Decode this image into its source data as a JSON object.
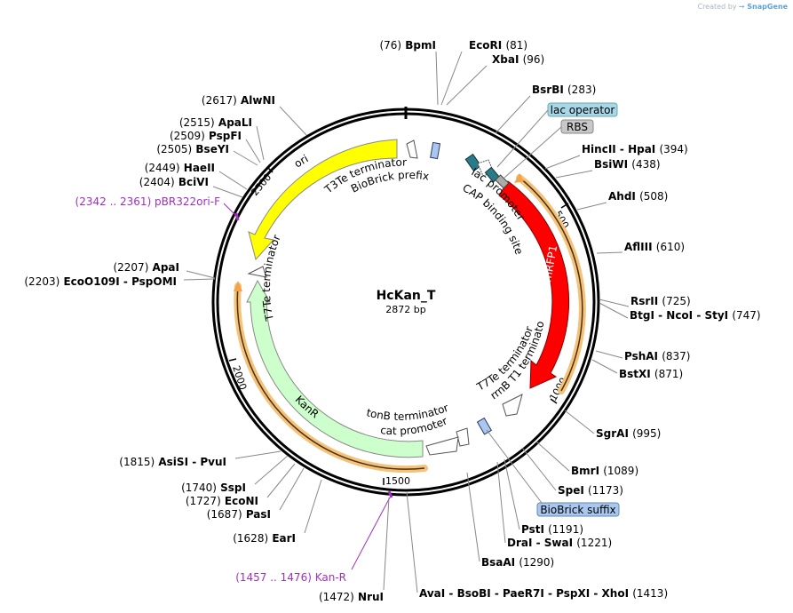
{
  "credit": {
    "prefix": "Created by",
    "brand": "SnapGene"
  },
  "plasmid": {
    "name": "HcKan_T",
    "length": "2872 bp"
  },
  "ticks": [
    "500",
    "1000",
    "1500",
    "2000",
    "2500"
  ],
  "sites": [
    {
      "id": "bpmi",
      "label": "(76) BpmI"
    },
    {
      "id": "ecori",
      "label": "EcoRI (81)"
    },
    {
      "id": "xbai",
      "label": "XbaI (96)"
    },
    {
      "id": "bsrbi",
      "label": "BsrBI (283)"
    },
    {
      "id": "hincii",
      "label": "HincII - HpaI (394)"
    },
    {
      "id": "bsiwi",
      "label": "BsiWI (438)"
    },
    {
      "id": "ahdi",
      "label": "AhdI (508)"
    },
    {
      "id": "afliii",
      "label": "AflIII (610)"
    },
    {
      "id": "rsrii",
      "label": "RsrII (725)"
    },
    {
      "id": "btgi",
      "label": "BtgI - NcoI - StyI (747)"
    },
    {
      "id": "pshai",
      "label": "PshAI (837)"
    },
    {
      "id": "bstxi",
      "label": "BstXI (871)"
    },
    {
      "id": "sgrai",
      "label": "SgrAI (995)"
    },
    {
      "id": "bmri",
      "label": "BmrI (1089)"
    },
    {
      "id": "spei",
      "label": "SpeI (1173)"
    },
    {
      "id": "psti",
      "label": "PstI (1191)"
    },
    {
      "id": "drai",
      "label": "DraI - SwaI (1221)"
    },
    {
      "id": "bsaai",
      "label": "BsaAI (1290)"
    },
    {
      "id": "avai",
      "label": "AvaI - BsoBI - PaeR7I - PspXI - XhoI (1413)"
    },
    {
      "id": "nrui",
      "label": "(1472) NruI"
    },
    {
      "id": "eari",
      "label": "(1628) EarI"
    },
    {
      "id": "pasi",
      "label": "(1687) PasI"
    },
    {
      "id": "econi",
      "label": "(1727) EcoNI"
    },
    {
      "id": "sspi",
      "label": "(1740) SspI"
    },
    {
      "id": "asisi",
      "label": "(1815) AsiSI - PvuI"
    },
    {
      "id": "apai",
      "label": "(2207) ApaI"
    },
    {
      "id": "ecoo109i",
      "label": "(2203) EcoO109I - PspOMI"
    },
    {
      "id": "bcivi",
      "label": "(2404) BciVI"
    },
    {
      "id": "haeii",
      "label": "(2449) HaeII"
    },
    {
      "id": "bseyi",
      "label": "(2505) BseYI"
    },
    {
      "id": "pspfi",
      "label": "(2509) PspFI"
    },
    {
      "id": "apali",
      "label": "(2515) ApaLI"
    },
    {
      "id": "alwni",
      "label": "(2617) AlwNI"
    }
  ],
  "primers": [
    {
      "id": "pbr322ori-f",
      "label": "(2342 .. 2361) pBR322ori-F"
    },
    {
      "id": "kan-r",
      "label": "(1457 .. 1476) Kan-R"
    }
  ],
  "callouts": {
    "lac_operator": "lac operator",
    "rbs": "RBS",
    "biobrick_suffix": "BioBrick suffix"
  },
  "features": {
    "ori": "ori",
    "mrfp1": "mRFP1",
    "kanr": "KanR",
    "t3te": "T3Te terminator",
    "biobrick_prefix": "BioBrick prefix",
    "lac_promoter": "lac promoter",
    "cap_site": "CAP binding site",
    "t7te_left": "T7Te terminator",
    "t7te_right": "T7Te terminator",
    "rrnb": "rrnB T1 terminator",
    "tonb": "tonB terminator",
    "cat_promoter": "cat promoter"
  },
  "colors": {
    "backbone": "#000000",
    "ori": "#ffff00",
    "mrfp1": "#ff0000",
    "kanr": "#ccffcc",
    "orf_highlight": "#f5c27a",
    "primer": "#a030c0",
    "lac_operator_box": "#a8d8e8",
    "rbs_box": "#c8c8c8",
    "biobrick_box": "#a8c8f0",
    "site_line": "#888888"
  }
}
